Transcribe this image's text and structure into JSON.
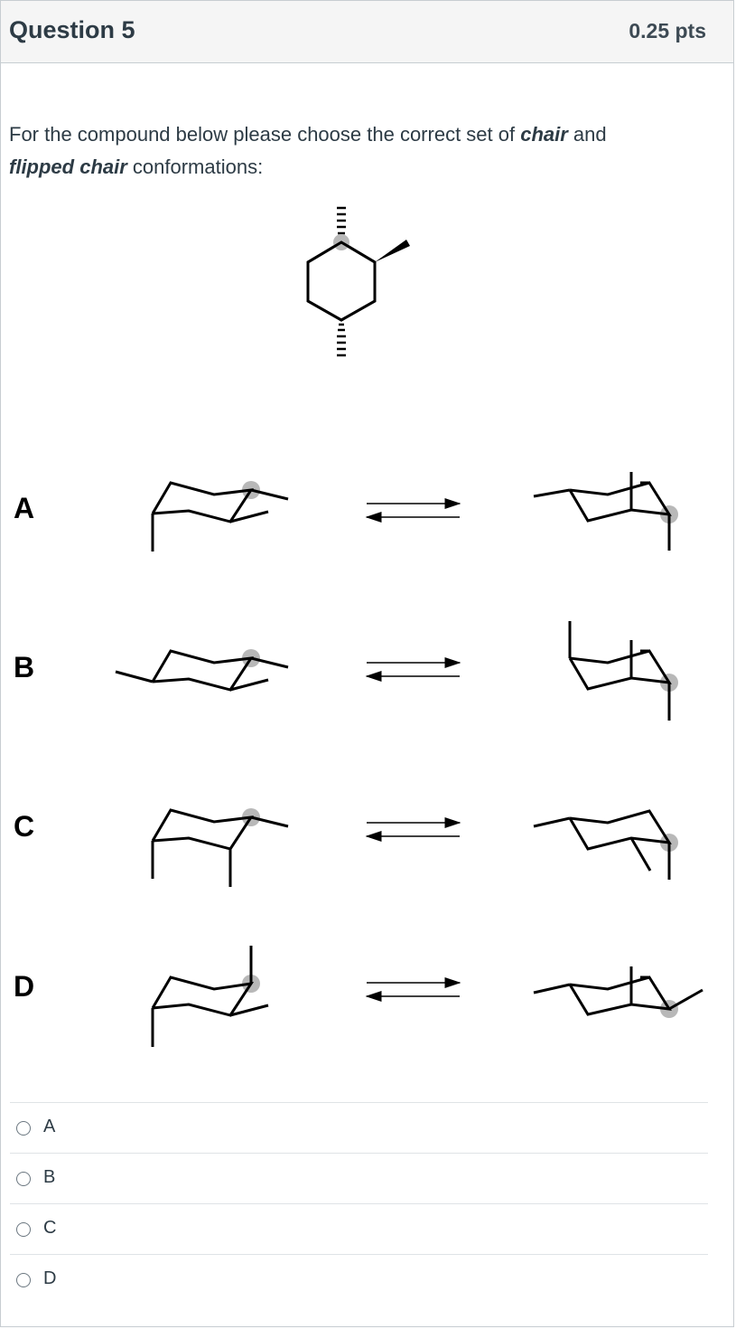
{
  "question": {
    "title": "Question 5",
    "points": "0.25 pts",
    "prompt_part1": "For the compound below please choose the correct set of ",
    "prompt_em1": "chair",
    "prompt_part2": " and ",
    "prompt_em2": "flipped chair",
    "prompt_part3": " conformations:"
  },
  "figure": {
    "option_labels": [
      "A",
      "B",
      "C",
      "D"
    ]
  },
  "answers": [
    {
      "label": "A"
    },
    {
      "label": "B"
    },
    {
      "label": "C"
    },
    {
      "label": "D"
    }
  ],
  "colors": {
    "header_bg": "#f5f5f5",
    "border": "#c7cdd1",
    "text": "#2d3b45",
    "gray_dot": "#b8b8b8"
  }
}
